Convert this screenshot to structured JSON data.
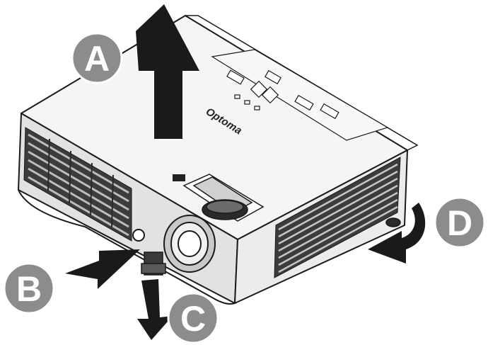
{
  "figure": {
    "brand": "Optoma",
    "callouts": [
      {
        "id": "A",
        "label": "A"
      },
      {
        "id": "B",
        "label": "B"
      },
      {
        "id": "C",
        "label": "C"
      },
      {
        "id": "D",
        "label": "D"
      }
    ],
    "colors": {
      "badge_fill": "#8c8c8c",
      "arrow_fill": "#1a1a1a",
      "body_light": "#f4f4f4",
      "body_mid": "#dcdcdc",
      "outline": "#1a1a1a"
    }
  }
}
